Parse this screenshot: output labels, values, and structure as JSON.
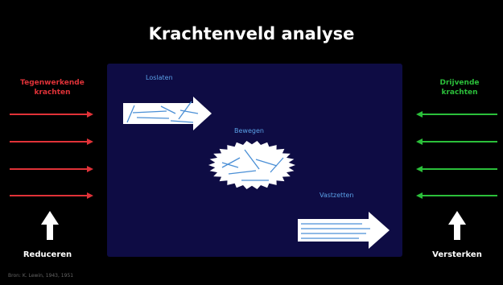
{
  "title": "Krachtenveld analyse",
  "left": {
    "heading_line1": "Tegenwerkende",
    "heading_line2": "krachten",
    "footer": "Reduceren",
    "color": "#e03238"
  },
  "right": {
    "heading_line1": "Drijvende",
    "heading_line2": "krachten",
    "footer": "Versterken",
    "color": "#2bbf3a"
  },
  "stages": [
    {
      "label": "Loslaten",
      "icon": "arrow-right-icon"
    },
    {
      "label": "Bewegen",
      "icon": "starburst-icon"
    },
    {
      "label": "Vastzetten",
      "icon": "arrow-right-icon"
    }
  ],
  "source": "Bron: K. Lewin, 1943, 1951",
  "colors": {
    "panel": "#0e0c44",
    "label": "#5aa0e6",
    "inner_arrow": "#4a8fd6"
  }
}
